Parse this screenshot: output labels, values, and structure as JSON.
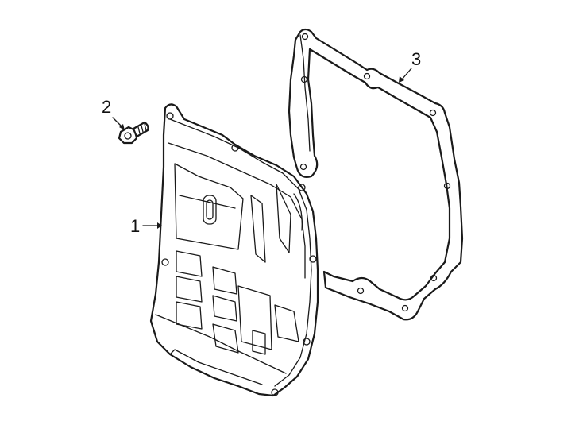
{
  "callouts": [
    {
      "id": "1",
      "label": "1"
    },
    {
      "id": "2",
      "label": "2"
    },
    {
      "id": "3",
      "label": "3"
    }
  ],
  "parts": {
    "1": "transmission-oil-pan",
    "2": "pan-bolt",
    "3": "pan-gasket"
  }
}
